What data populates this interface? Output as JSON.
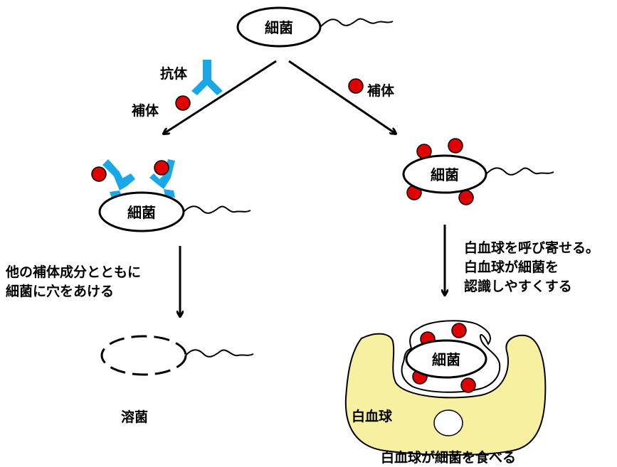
{
  "labels": {
    "bacterium": "細菌",
    "antibody": "抗体",
    "complement": "補体",
    "lysis_step_line1": "他の補体成分とともに",
    "lysis_step_line2": "細菌に穴をあける",
    "lysis_result": "溶菌",
    "opsonin_step_line1": "白血球を呼び寄せる。",
    "opsonin_step_line2": "白血球が細菌を",
    "opsonin_step_line3": "認識しやすくする",
    "white_blood_cell": "白血球",
    "phagocytosis_result": "白血球が細菌を食べる"
  },
  "colors": {
    "complement": "#e00000",
    "antibody": "#1aa7e8",
    "white_blood_cell": "#f7f0a0",
    "outline": "#000000"
  }
}
